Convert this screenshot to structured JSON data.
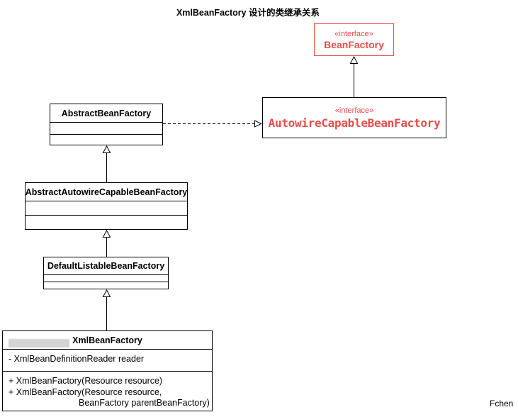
{
  "title": "XmlBeanFactory 设计的类继承关系",
  "credit": "Fchen",
  "colors": {
    "interface_text_red": "#e84c4b",
    "bean_factory_border_red": "#e84c4b",
    "class_border": "#000000",
    "background": "#ffffff"
  },
  "classes": {
    "bean_factory": {
      "stereotype": "«interface»",
      "name": "BeanFactory"
    },
    "autowire_capable_bean_factory": {
      "stereotype": "«interface»",
      "name": "AutowireCapableBeanFactory"
    },
    "abstract_bean_factory": {
      "name": "AbstractBeanFactory"
    },
    "abstract_autowire_capable_bean_factory": {
      "name": "AbstractAutowireCapableBeanFactory"
    },
    "default_listable_bean_factory": {
      "name": "DefaultListableBeanFactory"
    },
    "xml_bean_factory": {
      "name": "XmlBeanFactory",
      "attributes": [
        "- XmlBeanDefinitionReader reader"
      ],
      "methods": [
        "+ XmlBeanFactory(Resource resource)",
        "+ XmlBeanFactory(Resource resource,",
        "BeanFactory parentBeanFactory)"
      ]
    }
  },
  "relations": [
    "AutowireCapableBeanFactory --|> BeanFactory (generalization)",
    "AbstractBeanFactory ..|> AutowireCapableBeanFactory (dashed realization)",
    "AbstractAutowireCapableBeanFactory --|> AbstractBeanFactory (generalization)",
    "DefaultListableBeanFactory --|> AbstractAutowireCapableBeanFactory (generalization)",
    "XmlBeanFactory --|> DefaultListableBeanFactory (generalization)"
  ]
}
